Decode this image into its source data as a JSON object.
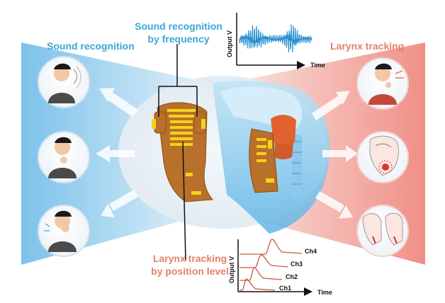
{
  "labels": {
    "sound_recognition_freq_line1": "Sound recognition",
    "sound_recognition_freq_line2": "by frequency",
    "sound_recognition": "Sound recognition",
    "larynx_tracking": "Larynx tracking",
    "larynx_tracking_pos_line1": "Larynx tracking",
    "larynx_tracking_pos_line2": "by position level"
  },
  "top_chart": {
    "ylabel": "Output V",
    "xlabel": "Time"
  },
  "bottom_chart": {
    "ylabel": "Output V",
    "xlabel": "Time",
    "channels": [
      "Ch4",
      "Ch3",
      "Ch2",
      "Ch1"
    ]
  },
  "colors": {
    "blue_accent": "#3aa7d6",
    "red_accent": "#e4806a",
    "left_gradient_start": "#7cc1ea",
    "right_gradient_start": "#ef8f86",
    "sensor_brown": "#b8702a",
    "sensor_gold": "#f5d21a",
    "waveform_blue": "#2a8fd0",
    "curve_red": "#c75a3c"
  },
  "icons": {
    "left": [
      "person-speaking-icon",
      "person-thinking-icon",
      "person-coughing-icon"
    ],
    "right": [
      "person-swallowing-icon",
      "larynx-cross-section-icon",
      "speech-anatomy-icon"
    ]
  }
}
